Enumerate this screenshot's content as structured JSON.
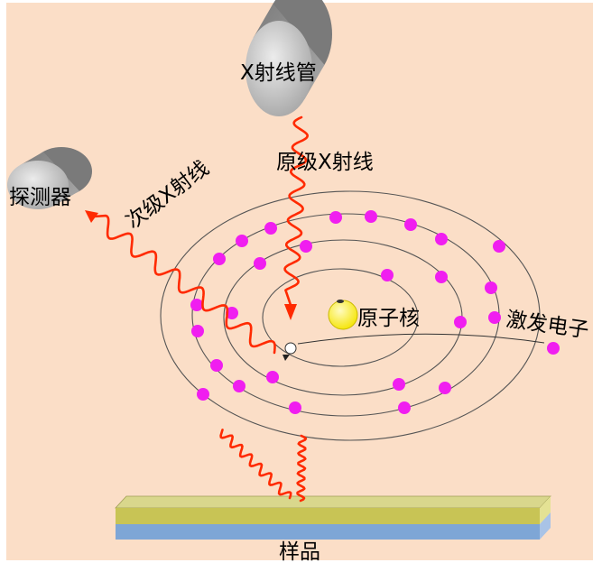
{
  "labels": {
    "xray_tube": "X射线管",
    "primary_xray": "原级X射线",
    "detector": "探测器",
    "secondary_xray": "次级X射线",
    "nucleus": "原子核",
    "excited_electron": "激发电子",
    "sample": "样品"
  },
  "colors": {
    "background": "#fbdec7",
    "xray": "#ff2a00",
    "electron": "#f01ef0",
    "nucleus": "#f5e400",
    "orbit": "#555555",
    "sample_layer_top": "#c8c455",
    "sample_layer_bottom": "#7ea6d6"
  }
}
